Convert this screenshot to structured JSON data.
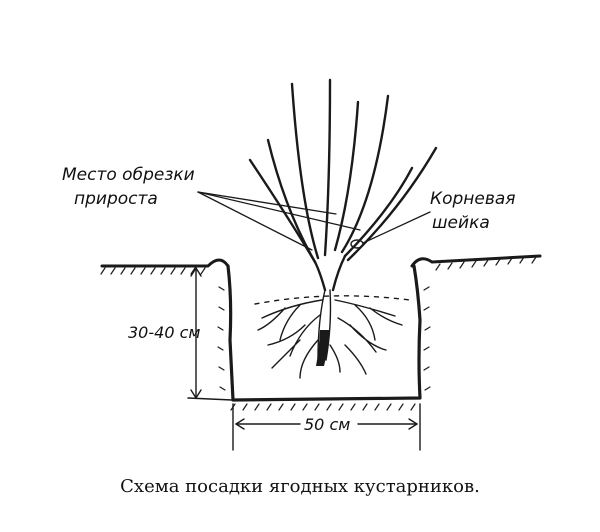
{
  "labels": {
    "pruning_line1": "Место обрезки",
    "pruning_line2": "прироста",
    "root_collar_line1": "Корневая",
    "root_collar_line2": "шейка",
    "depth": "30-40 см",
    "width": "50 см"
  },
  "caption": "Схема посадки ягодных кустарников."
}
